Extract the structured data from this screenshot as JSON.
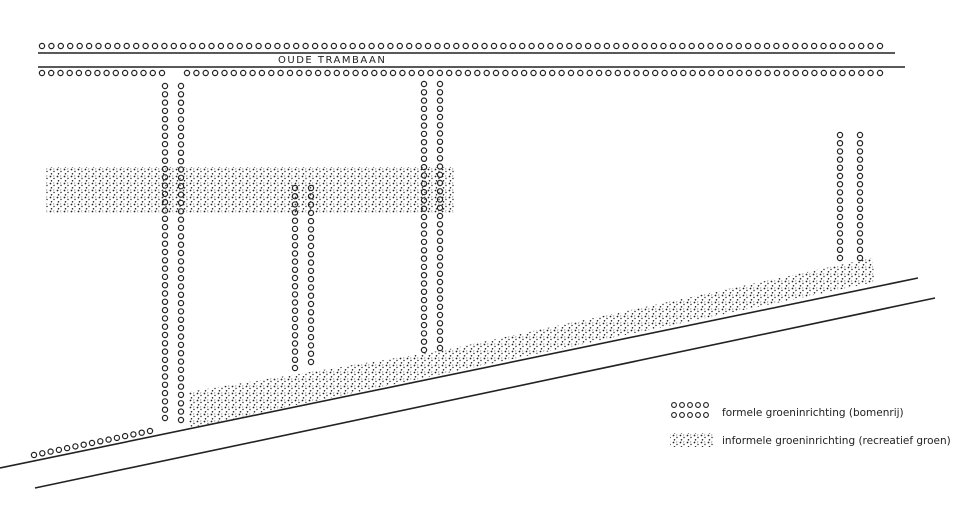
{
  "street_label": "OUDE TRAMBAAN",
  "legend": {
    "formal": "formele groeninrichting (bomenrij)",
    "informal": "informele groeninrichting (recreatief groen)"
  },
  "colors": {
    "ink": "#222222",
    "background": "#ffffff"
  }
}
